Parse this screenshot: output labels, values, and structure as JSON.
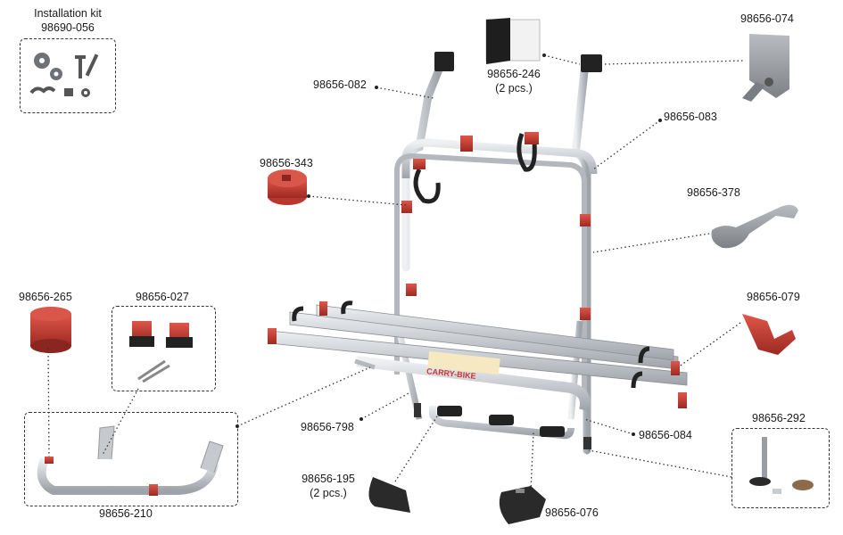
{
  "parts": {
    "installation_kit_title": "Installation kit",
    "installation_kit_code": "98690-056",
    "p246": "98656-246",
    "p246_qty": "(2 pcs.)",
    "p074": "98656-074",
    "p082": "98656-082",
    "p083": "98656-083",
    "p343": "98656-343",
    "p378": "98656-378",
    "p265": "98656-265",
    "p027": "98656-027",
    "p079": "98656-079",
    "p798": "98656-798",
    "p084": "98656-084",
    "p292": "98656-292",
    "p195": "98656-195",
    "p195_qty": "(2 pcs.)",
    "p076": "98656-076",
    "p210": "98656-210"
  },
  "product_label": "CARRY-BIKE",
  "colors": {
    "aluminium": "#c9cdd2",
    "red": "#c8372d",
    "dark": "#2a2a2a",
    "grey_part": "#9a9ea3"
  }
}
